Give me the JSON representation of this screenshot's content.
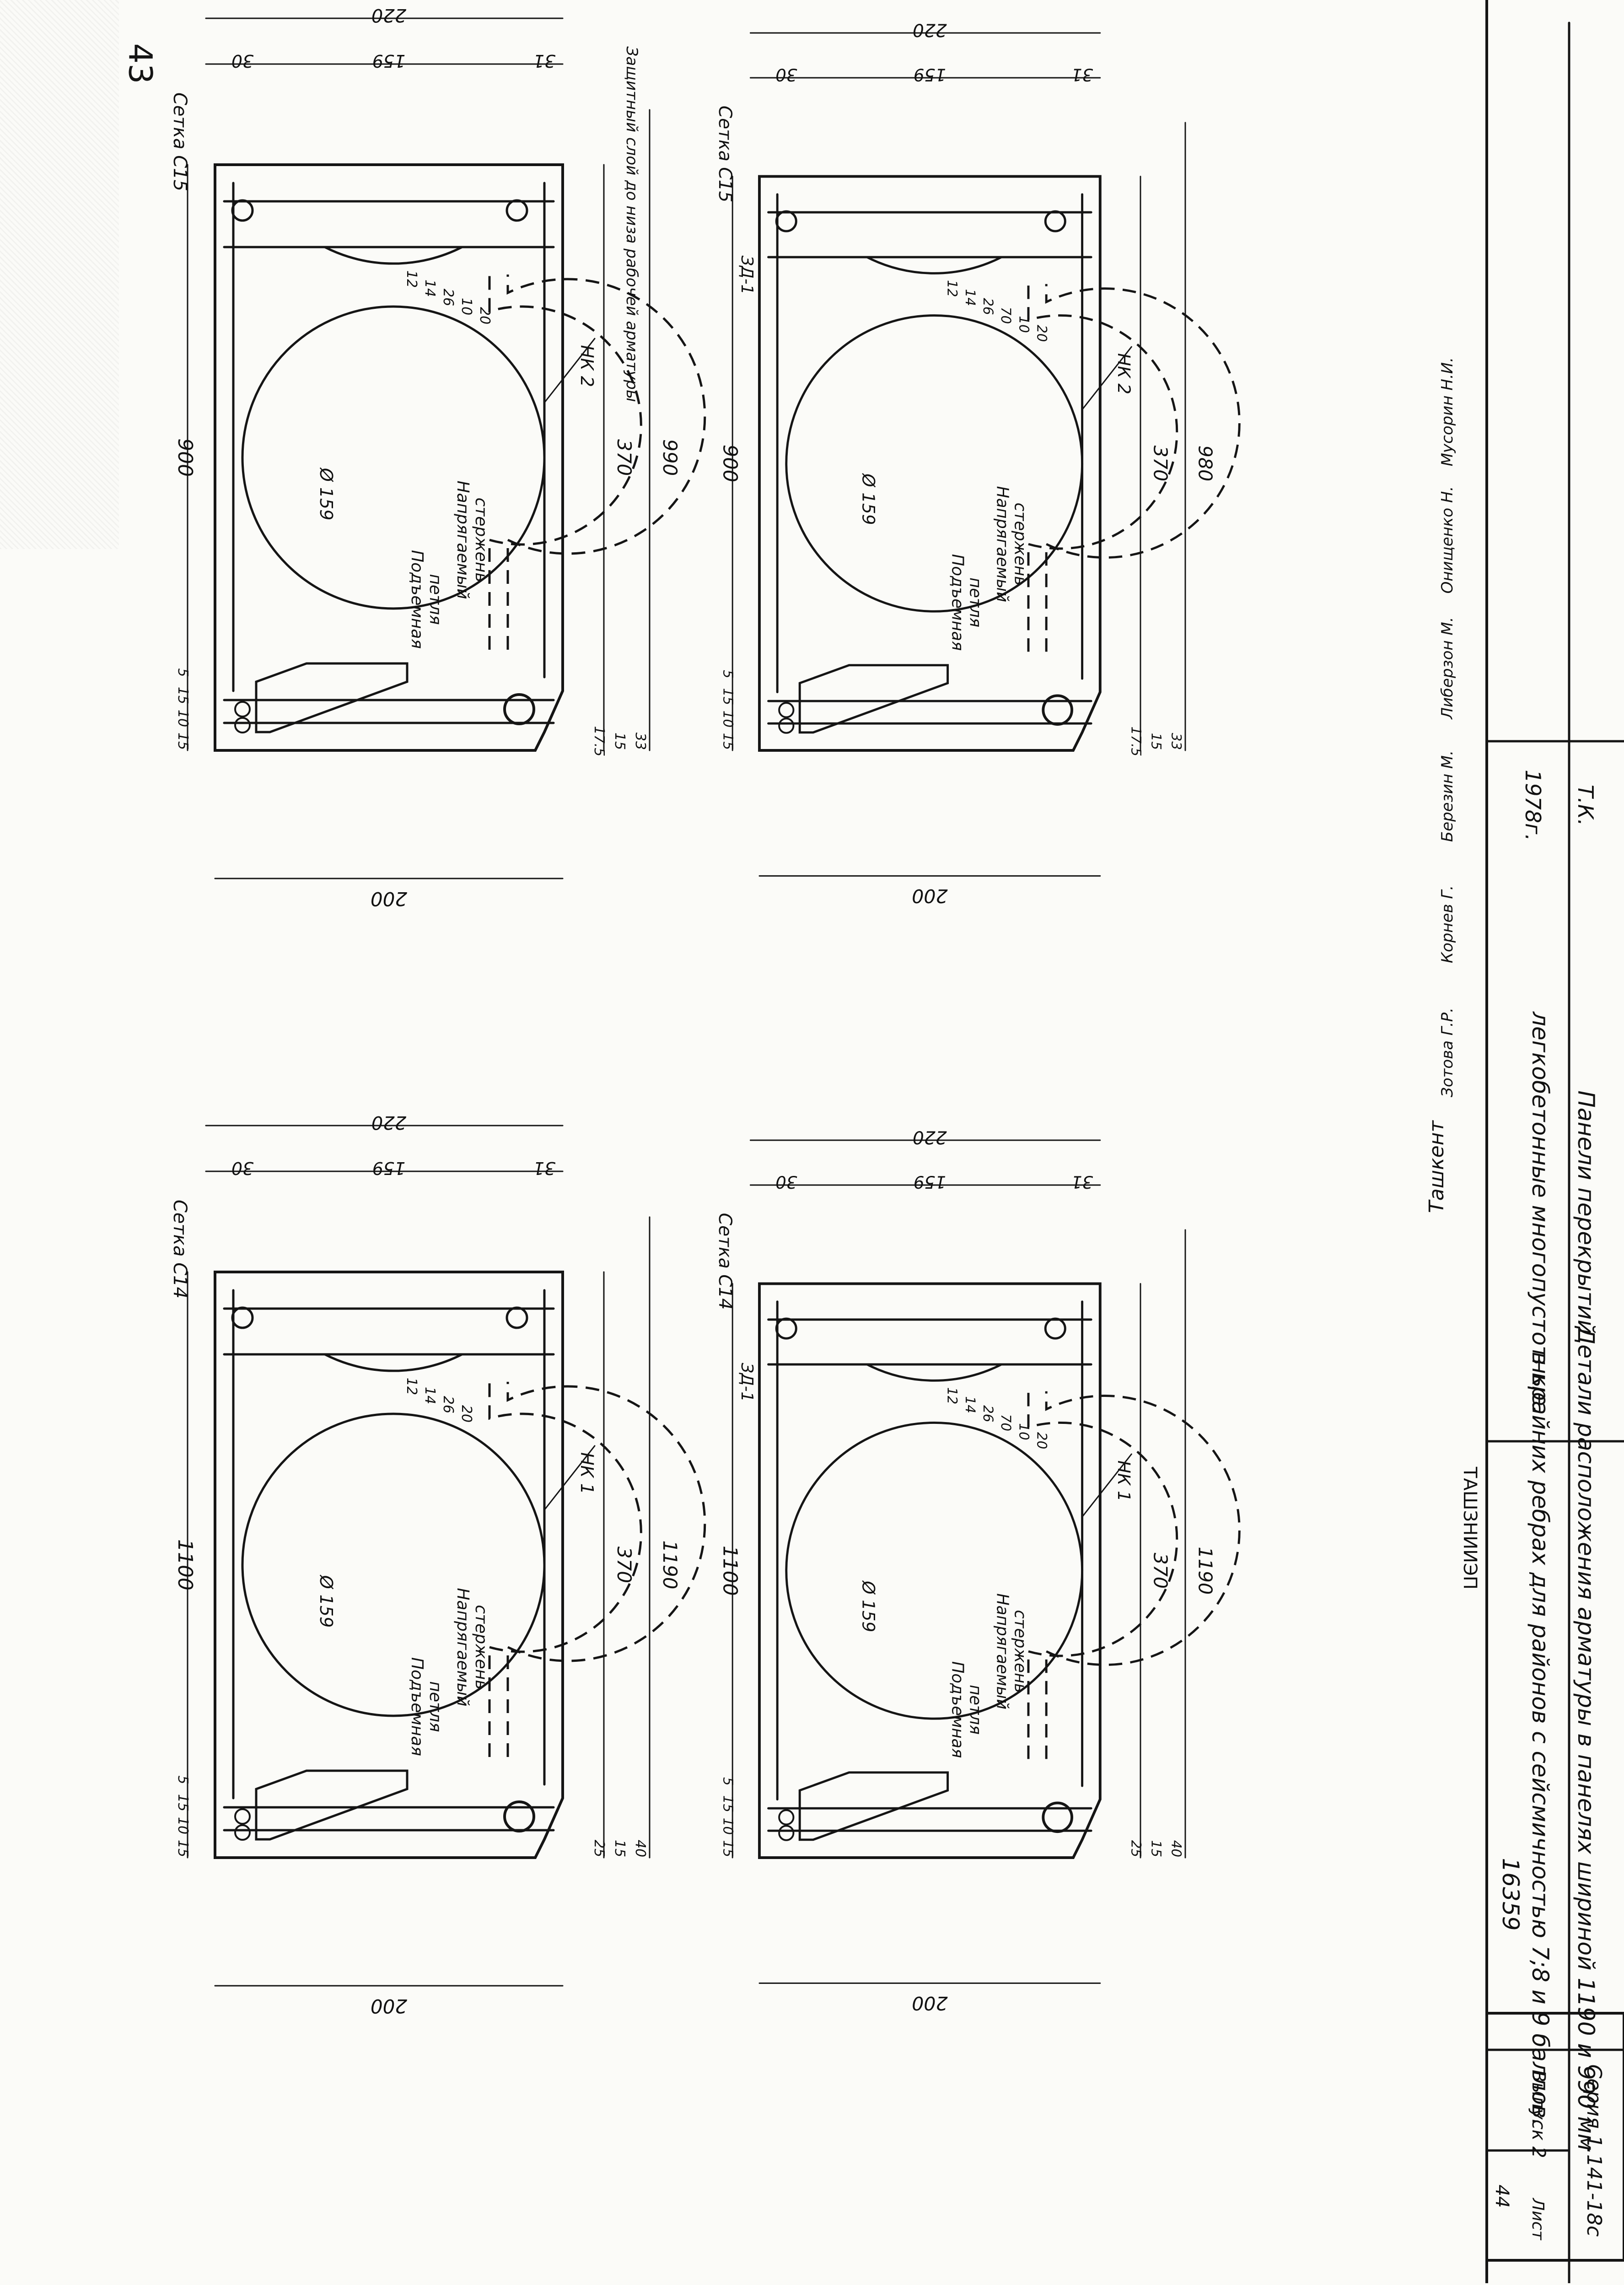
{
  "page_number": "43",
  "title_block": {
    "org": "Ташкент",
    "org_logo_text": "ТАШЗНИИЭП",
    "code": "Т.К.",
    "year": "1978г.",
    "product_line1": "Панели перекрытий",
    "product_line2": "легкобетонные многопустотные.",
    "title_line1": "Детали расположения арматуры в панелях шириной 1190 и 990 мм",
    "title_line2": "в крайних ребрах для районов с сейсмичностью 7;8 и 9 баллов.",
    "series": "Серия 1.141-18с",
    "issue": "Выпуск 2",
    "sheet_label": "Лист",
    "sheet_no": "44",
    "archive_no": "16359",
    "signatures": [
      "Мусорин Н.И.",
      "Онищенко Н.",
      "Либерзон М.",
      "Березин М.",
      "Корнев Г.",
      "Зотова Г.Р."
    ]
  },
  "sections": [
    {
      "id": "top-left",
      "mesh_label": "Сетка С15",
      "top_dim": "900",
      "overall": [
        "370",
        "990"
      ],
      "diameter": "Ø 159",
      "loop_label": [
        "Подъемная",
        "петля"
      ],
      "strand_label": [
        "Напрягаемый",
        "стержень"
      ],
      "nk_label": "НК 2",
      "cover_note": "Защитный слой до низа рабочей арматуры",
      "small_dims": [
        "12",
        "14",
        "26",
        "10",
        "20"
      ],
      "left_dims": [
        "15",
        "10",
        "15",
        "5"
      ],
      "bottom_dims": [
        "17.5",
        "15",
        "33"
      ],
      "side_dims": [
        "30",
        "159",
        "31",
        "220"
      ],
      "height_dim": "200"
    },
    {
      "id": "top-right",
      "mesh_label": "Сетка С15",
      "top_dim": "900",
      "zd_label": "ЗД-1",
      "overall": [
        "370",
        "980"
      ],
      "diameter": "Ø 159",
      "loop_label": [
        "Подъемная",
        "петля"
      ],
      "strand_label": [
        "Напрягаемый",
        "стержень"
      ],
      "nk_label": "НК 2",
      "small_dims": [
        "12",
        "14",
        "26",
        "70",
        "10",
        "20"
      ],
      "left_dims": [
        "15",
        "10",
        "15",
        "5"
      ],
      "bottom_dims": [
        "17.5",
        "15",
        "33"
      ],
      "side_dims": [
        "30",
        "159",
        "31",
        "220"
      ],
      "height_dim": "200"
    },
    {
      "id": "bottom-left",
      "mesh_label": "Сетка С14",
      "top_dim": "1100",
      "overall": [
        "370",
        "1190"
      ],
      "diameter": "Ø 159",
      "loop_label": [
        "Подъемная",
        "петля"
      ],
      "strand_label": [
        "Напрягаемый",
        "стержень"
      ],
      "nk_label": "НК 1",
      "small_dims": [
        "12",
        "14",
        "26",
        "20"
      ],
      "left_dims": [
        "15",
        "10",
        "15",
        "5"
      ],
      "bottom_dims": [
        "25",
        "15",
        "40"
      ],
      "side_dims": [
        "30",
        "159",
        "31",
        "220"
      ],
      "height_dim": "200"
    },
    {
      "id": "bottom-right",
      "mesh_label": "Сетка С14",
      "top_dim": "1100",
      "zd_label": "ЗД-1",
      "overall": [
        "370",
        "1190"
      ],
      "diameter": "Ø 159",
      "loop_label": [
        "Подъемная",
        "петля"
      ],
      "strand_label": [
        "Напрягаемый",
        "стержень"
      ],
      "nk_label": "НК 1",
      "small_dims": [
        "12",
        "14",
        "26",
        "70",
        "10",
        "20"
      ],
      "left_dims": [
        "15",
        "10",
        "15",
        "5"
      ],
      "bottom_dims": [
        "25",
        "15",
        "40"
      ],
      "side_dims": [
        "30",
        "159",
        "31",
        "220"
      ],
      "height_dim": "200"
    }
  ]
}
